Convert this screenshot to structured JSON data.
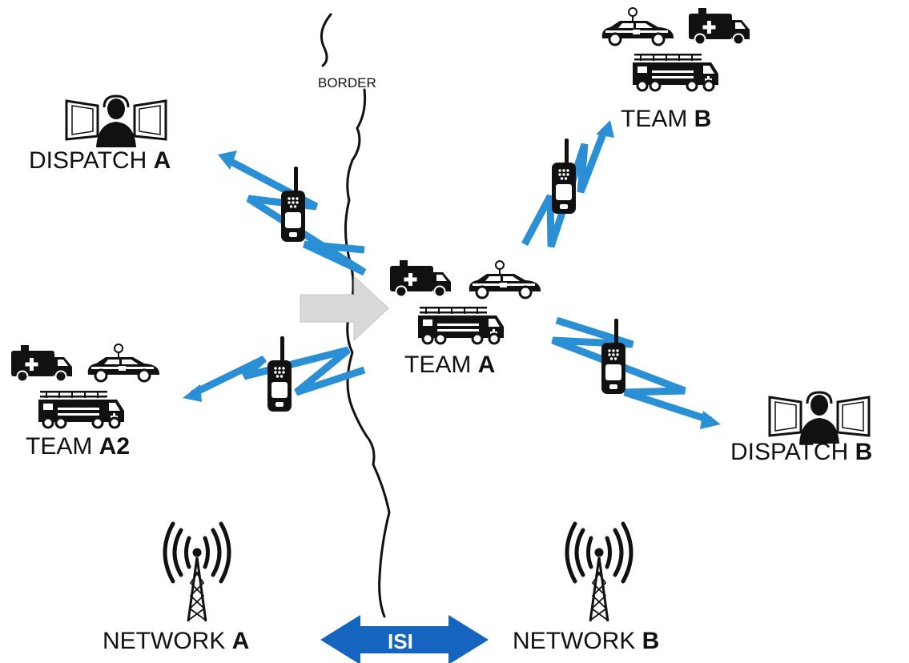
{
  "diagram": {
    "border_label": "BORDER",
    "labels": {
      "dispatch_a": {
        "prefix": "DISPATCH ",
        "suffix": "A"
      },
      "dispatch_b": {
        "prefix": "DISPATCH ",
        "suffix": "B"
      },
      "team_a": {
        "prefix": "TEAM ",
        "suffix": "A"
      },
      "team_a2": {
        "prefix": "TEAM ",
        "suffix": "A2"
      },
      "team_b": {
        "prefix": "TEAM ",
        "suffix": "B"
      },
      "network_a": {
        "prefix": "NETWORK ",
        "suffix": "A"
      },
      "network_b": {
        "prefix": "NETWORK ",
        "suffix": "B"
      }
    },
    "isi_label": "ISI",
    "colors": {
      "signal": "#2b8fd6",
      "isi_arrow": "#1565c0",
      "move_arrow": "#d9d9d9",
      "ink": "#111111"
    },
    "icons": [
      "ambulance-icon",
      "police-car-icon",
      "fire-truck-icon",
      "radio-icon",
      "dispatcher-icon",
      "tower-icon"
    ]
  }
}
